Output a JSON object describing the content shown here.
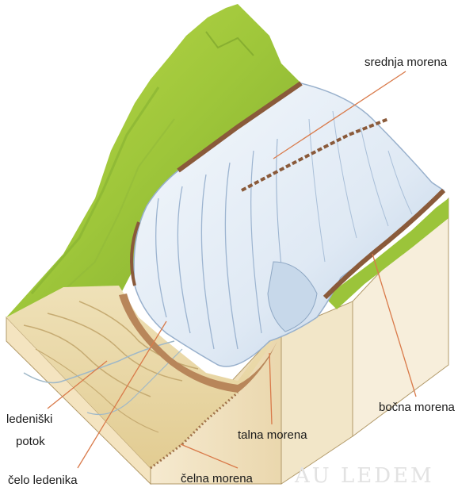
{
  "labels": {
    "medial_moraine": "srednja morena",
    "lateral_moraine": "bočna morena",
    "ground_moraine": "talna morena",
    "meltwater_stream_line1": "ledeniški",
    "meltwater_stream_line2": "potok",
    "glacier_snout": "čelo ledenika",
    "terminal_moraine": "čelna morena"
  },
  "signature": "AU LEDEM",
  "colors": {
    "leader_line": "#d97a4a",
    "ice": "#dfe9f4",
    "vegetation": "#a8cc3c",
    "moraine": "#8a5a3a",
    "sand": "#ecdcb0"
  }
}
